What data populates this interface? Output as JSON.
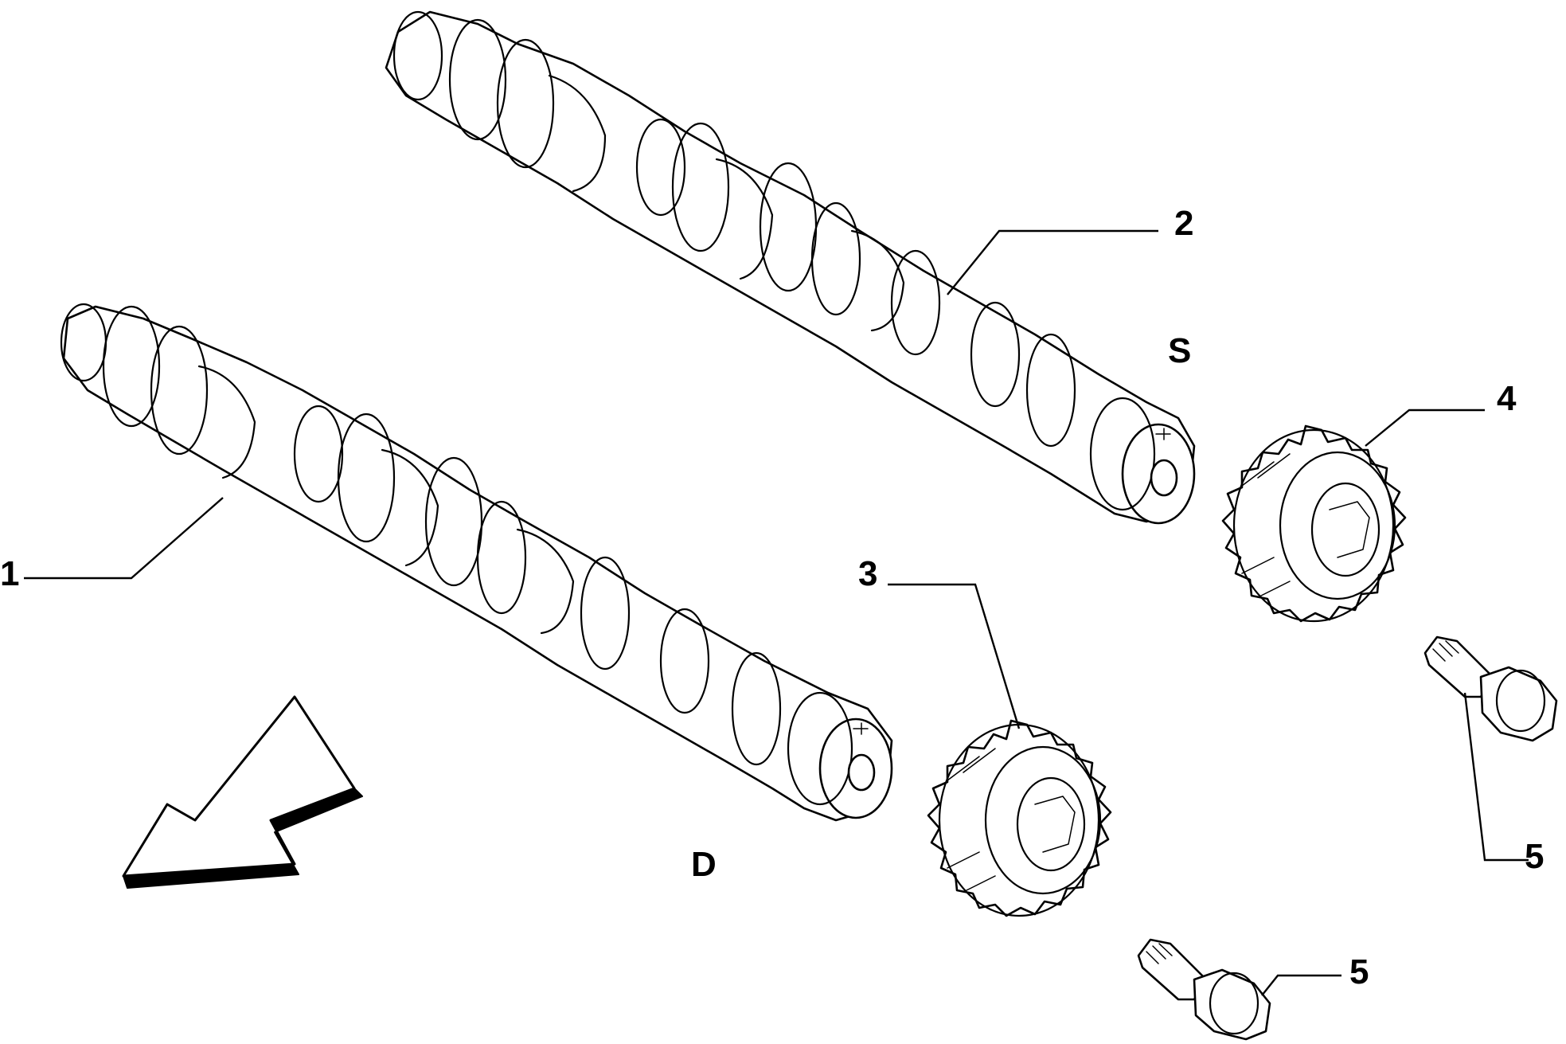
{
  "diagram": {
    "callouts": [
      {
        "id": "1",
        "label": "1"
      },
      {
        "id": "2",
        "label": "2"
      },
      {
        "id": "3",
        "label": "3"
      },
      {
        "id": "4",
        "label": "4"
      },
      {
        "id": "5a",
        "label": "5"
      },
      {
        "id": "5b",
        "label": "5"
      }
    ],
    "side_labels": {
      "exhaust": "S",
      "intake": "D"
    }
  }
}
